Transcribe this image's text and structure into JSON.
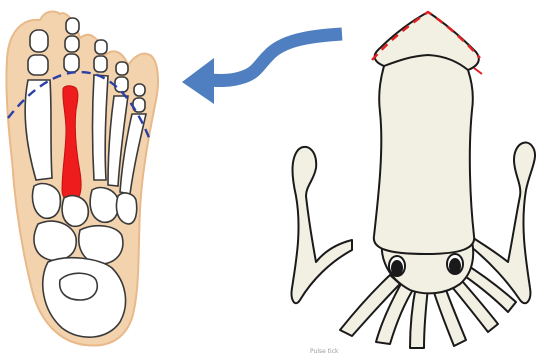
{
  "figure": {
    "left_panel": {
      "subject": "foot-skeleton-illustration"
    },
    "right_panel": {
      "subject": "squid-illustration"
    },
    "arrow": {
      "direction": "right-to-left",
      "icon": "curved-arrow-icon"
    },
    "credit_text": "Pulse tick"
  },
  "colors": {
    "skin": "#f3d3ad",
    "skin_edge": "#e8b98a",
    "bone_fill": "#ffffff",
    "bone_stroke": "#3a3a3a",
    "highlight_bone": "#ee1c1c",
    "dashed_foot_line": "#2b3fa8",
    "dashed_squid_line": "#e02020",
    "arrow": "#4f7fc0",
    "squid_body": "#f2f0e2",
    "squid_stroke": "#1a1a1a"
  }
}
